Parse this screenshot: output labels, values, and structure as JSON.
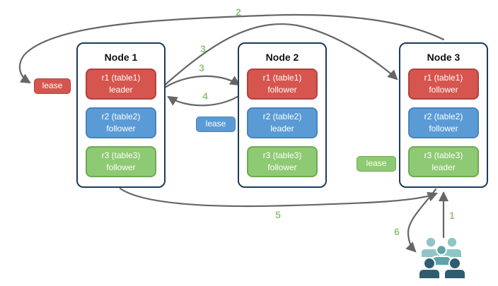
{
  "nodes": [
    {
      "title": "Node 1",
      "replicas": [
        {
          "range": "r1 (table1)",
          "role": "leader",
          "color_key": "red"
        },
        {
          "range": "r2 (table2)",
          "role": "follower",
          "color_key": "blue"
        },
        {
          "range": "r3 (table3)",
          "role": "follower",
          "color_key": "green"
        }
      ]
    },
    {
      "title": "Node 2",
      "replicas": [
        {
          "range": "r1 (table1)",
          "role": "follower",
          "color_key": "red"
        },
        {
          "range": "r2 (table2)",
          "role": "leader",
          "color_key": "blue"
        },
        {
          "range": "r3 (table3)",
          "role": "follower",
          "color_key": "green"
        }
      ]
    },
    {
      "title": "Node 3",
      "replicas": [
        {
          "range": "r1 (table1)",
          "role": "follower",
          "color_key": "red"
        },
        {
          "range": "r2 (table2)",
          "role": "follower",
          "color_key": "blue"
        },
        {
          "range": "r3 (table3)",
          "role": "leader",
          "color_key": "green"
        }
      ]
    }
  ],
  "leases": [
    {
      "label": "lease",
      "color_key": "red",
      "position": "left-of-node1"
    },
    {
      "label": "lease",
      "color_key": "blue",
      "position": "between-node1-and-node2"
    },
    {
      "label": "lease",
      "color_key": "green",
      "position": "between-node2-and-node3"
    }
  ],
  "steps": [
    {
      "label": "1"
    },
    {
      "label": "2"
    },
    {
      "label": "3"
    },
    {
      "label": "3"
    },
    {
      "label": "4"
    },
    {
      "label": "5"
    },
    {
      "label": "6"
    }
  ],
  "icons": {
    "clients": "users-group-icon"
  },
  "colors": {
    "replica_red": "#d6554f",
    "replica_blue": "#5b9bd5",
    "replica_green": "#8ec973",
    "node_border": "#1d3b5a",
    "arrow": "#666666",
    "step_label": "#93c47d",
    "users_light": "#8fc5c7",
    "users_mid": "#5da3a9",
    "users_dark": "#2e5d70"
  }
}
